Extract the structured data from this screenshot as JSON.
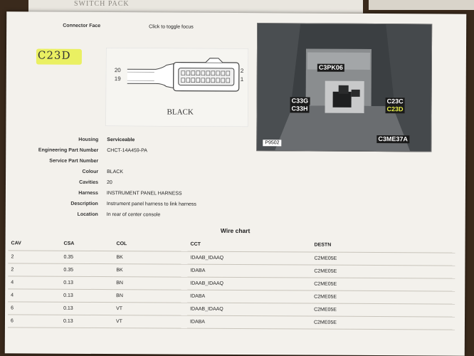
{
  "background_sheet": {
    "text": "SWITCH PACK"
  },
  "annotation": {
    "handwritten": "C23D"
  },
  "connector": {
    "face_label": "Connector Face",
    "toggle_text": "Click to toggle focus",
    "pin_left_top": "20",
    "pin_left_bottom": "19",
    "pin_right_top": "2",
    "pin_right_bottom": "1",
    "color_caption": "BLACK"
  },
  "photo": {
    "labels": {
      "c3pk06": "C3PK06",
      "c33g": "C33G",
      "c33h": "C33H",
      "c23c": "C23C",
      "c23d": "C23D",
      "c3me37a": "C3ME37A"
    },
    "ref": "P9502"
  },
  "details": [
    {
      "label": "Housing",
      "value": "Serviceable",
      "bold": true
    },
    {
      "label": "Engineering Part Number",
      "value": "CHCT-14A459-PA"
    },
    {
      "label": "Service Part Number",
      "value": ""
    },
    {
      "label": "Colour",
      "value": "BLACK"
    },
    {
      "label": "Cavities",
      "value": "20"
    },
    {
      "label": "Harness",
      "value": "INSTRUMENT PANEL HARNESS"
    },
    {
      "label": "Description",
      "value": "Instrument panel harness to link harness"
    },
    {
      "label": "Location",
      "value": "In rear of center console"
    }
  ],
  "wire_chart": {
    "title": "Wire chart",
    "headers": {
      "cav": "CAV",
      "csa": "CSA",
      "col": "COL",
      "cct": "CCT",
      "destn": "DESTN"
    },
    "rows": [
      {
        "cav": "2",
        "csa": "0.35",
        "col": "BK",
        "cct": "IDAAB_IDAAQ",
        "destn": "C2ME05E"
      },
      {
        "cav": "2",
        "csa": "0.35",
        "col": "BK",
        "cct": "IDABA",
        "destn": "C2ME05E"
      },
      {
        "cav": "4",
        "csa": "0.13",
        "col": "BN",
        "cct": "IDAAB_IDAAQ",
        "destn": "C2ME05E"
      },
      {
        "cav": "4",
        "csa": "0.13",
        "col": "BN",
        "cct": "IDABA",
        "destn": "C2ME05E"
      },
      {
        "cav": "6",
        "csa": "0.13",
        "col": "VT",
        "cct": "IDAAB_IDAAQ",
        "destn": "C2ME05E"
      },
      {
        "cav": "6",
        "csa": "0.13",
        "col": "VT",
        "cct": "IDABA",
        "destn": "C2ME05E"
      }
    ]
  }
}
